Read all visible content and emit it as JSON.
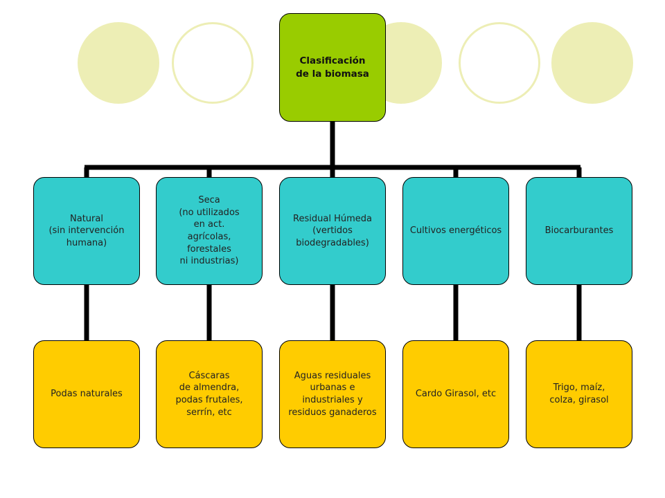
{
  "colors": {
    "root_fill": "#99cc00",
    "category_fill": "#33cccc",
    "example_fill": "#ffcc00",
    "decor_circle": "#edeeb5"
  },
  "diagram": {
    "root": "Clasificación\nde la biomasa",
    "categories": [
      {
        "label": "Natural\n(sin intervención\nhumana)",
        "example": "Podas naturales"
      },
      {
        "label": "Seca\n(no utilizados\nen act.\nagrícolas,\nforestales\nni industrias)",
        "example": "Cáscaras\nde almendra,\npodas frutales,\nserrín, etc"
      },
      {
        "label": "Residual Húmeda\n(vertidos\nbiodegradables)",
        "example": "Aguas residuales\nurbanas e\nindustriales y\nresiduos ganaderos"
      },
      {
        "label": "Cultivos energéticos",
        "example": "Cardo Girasol, etc"
      },
      {
        "label": "Biocarburantes",
        "example": "Trigo, maíz,\ncolza, girasol"
      }
    ]
  }
}
